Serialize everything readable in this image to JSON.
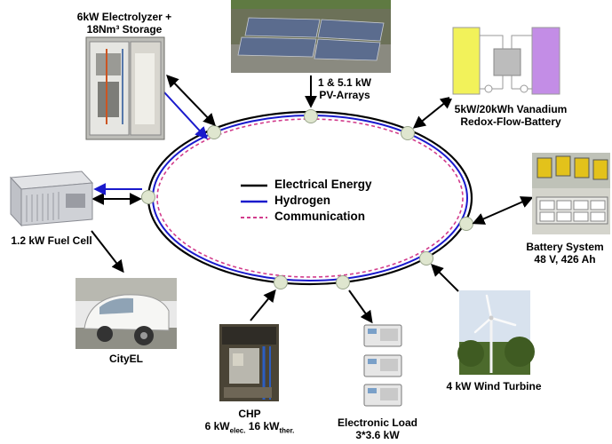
{
  "legend": {
    "electrical": "Electrical Energy",
    "hydrogen": "Hydrogen",
    "communication": "Communication"
  },
  "colors": {
    "electrical": "#000000",
    "hydrogen": "#1a1acc",
    "communication": "#d23c8c",
    "node_fill": "#dfe6cf"
  },
  "components": {
    "electrolyzer": {
      "line1": "6kW Electrolyzer +",
      "line2": "18Nm³ Storage"
    },
    "pv": {
      "line1": "1 & 5.1 kW",
      "line2": "PV-Arrays"
    },
    "vanadium": {
      "line1": "5kW/20kWh Vanadium",
      "line2": "Redox-Flow-Battery"
    },
    "battery": {
      "line1": "Battery System",
      "line2": "48 V, 426 Ah"
    },
    "wind": {
      "line1": "4 kW Wind Turbine"
    },
    "load": {
      "line1": "Electronic Load",
      "line2": "3*3.6 kW"
    },
    "chp": {
      "line1": "CHP",
      "line2_a": "6 kW",
      "line2_a_sub": "elec.",
      "line2_b": " 16 kW",
      "line2_b_sub": "ther."
    },
    "cityel": {
      "line1": "CityEL"
    },
    "fuelcell": {
      "line1": "1.2 kW Fuel Cell"
    }
  }
}
